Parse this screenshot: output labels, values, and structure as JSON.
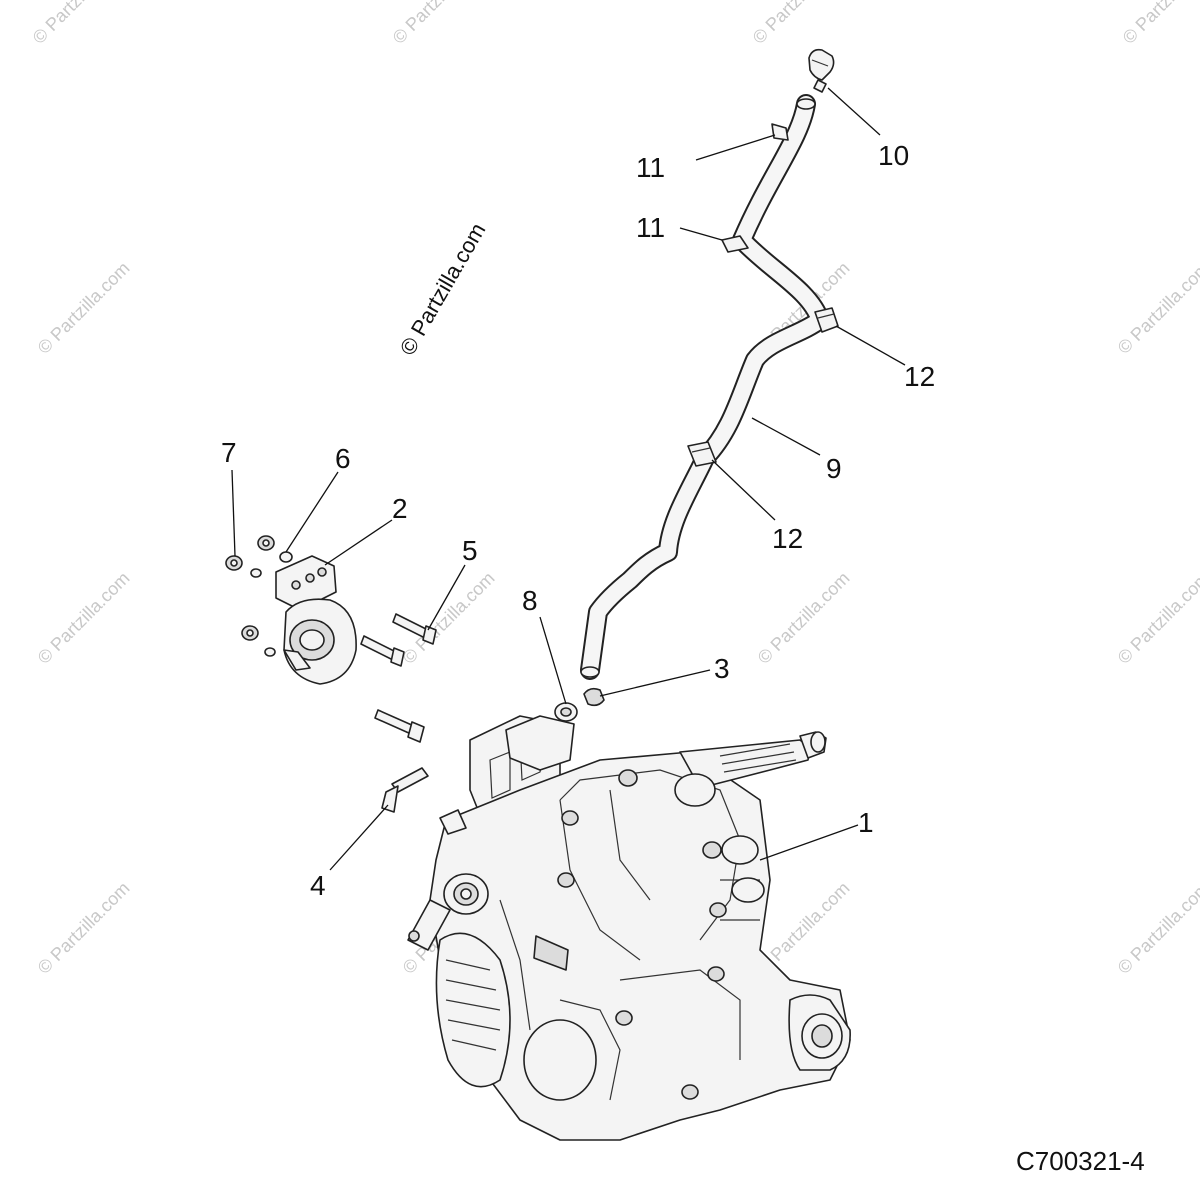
{
  "copyright": "© Partzilla.com",
  "watermark": "© Partzilla.com",
  "diagram_code": "C700321-4",
  "callouts": [
    {
      "id": "1",
      "label": "1"
    },
    {
      "id": "2",
      "label": "2"
    },
    {
      "id": "3",
      "label": "3"
    },
    {
      "id": "4",
      "label": "4"
    },
    {
      "id": "5",
      "label": "5"
    },
    {
      "id": "6",
      "label": "6"
    },
    {
      "id": "7",
      "label": "7"
    },
    {
      "id": "8",
      "label": "8"
    },
    {
      "id": "9",
      "label": "9"
    },
    {
      "id": "10",
      "label": "10"
    },
    {
      "id": "11a",
      "label": "11"
    },
    {
      "id": "11b",
      "label": "11"
    },
    {
      "id": "12a",
      "label": "12"
    },
    {
      "id": "12b",
      "label": "12"
    }
  ]
}
